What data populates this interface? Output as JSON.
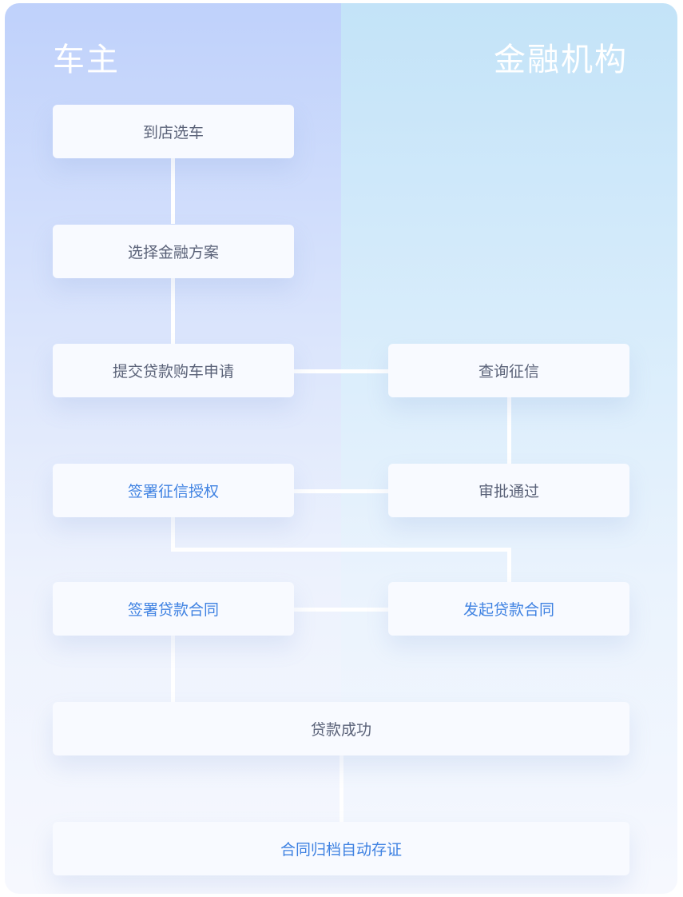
{
  "lanes": {
    "left_title": "车主",
    "right_title": "金融机构"
  },
  "steps": {
    "select_car": "到店选车",
    "choose_plan": "选择金融方案",
    "submit_app": "提交贷款购车申请",
    "query_credit": "查询征信",
    "sign_auth": "签署征信授权",
    "approved": "审批通过",
    "sign_contract": "签署贷款合同",
    "initiate_contract": "发起贷款合同",
    "loan_success": "贷款成功",
    "archive": "合同归档自动存证"
  },
  "colors": {
    "accent_blue": "#3f82e2",
    "text_gray": "#5a6278"
  }
}
